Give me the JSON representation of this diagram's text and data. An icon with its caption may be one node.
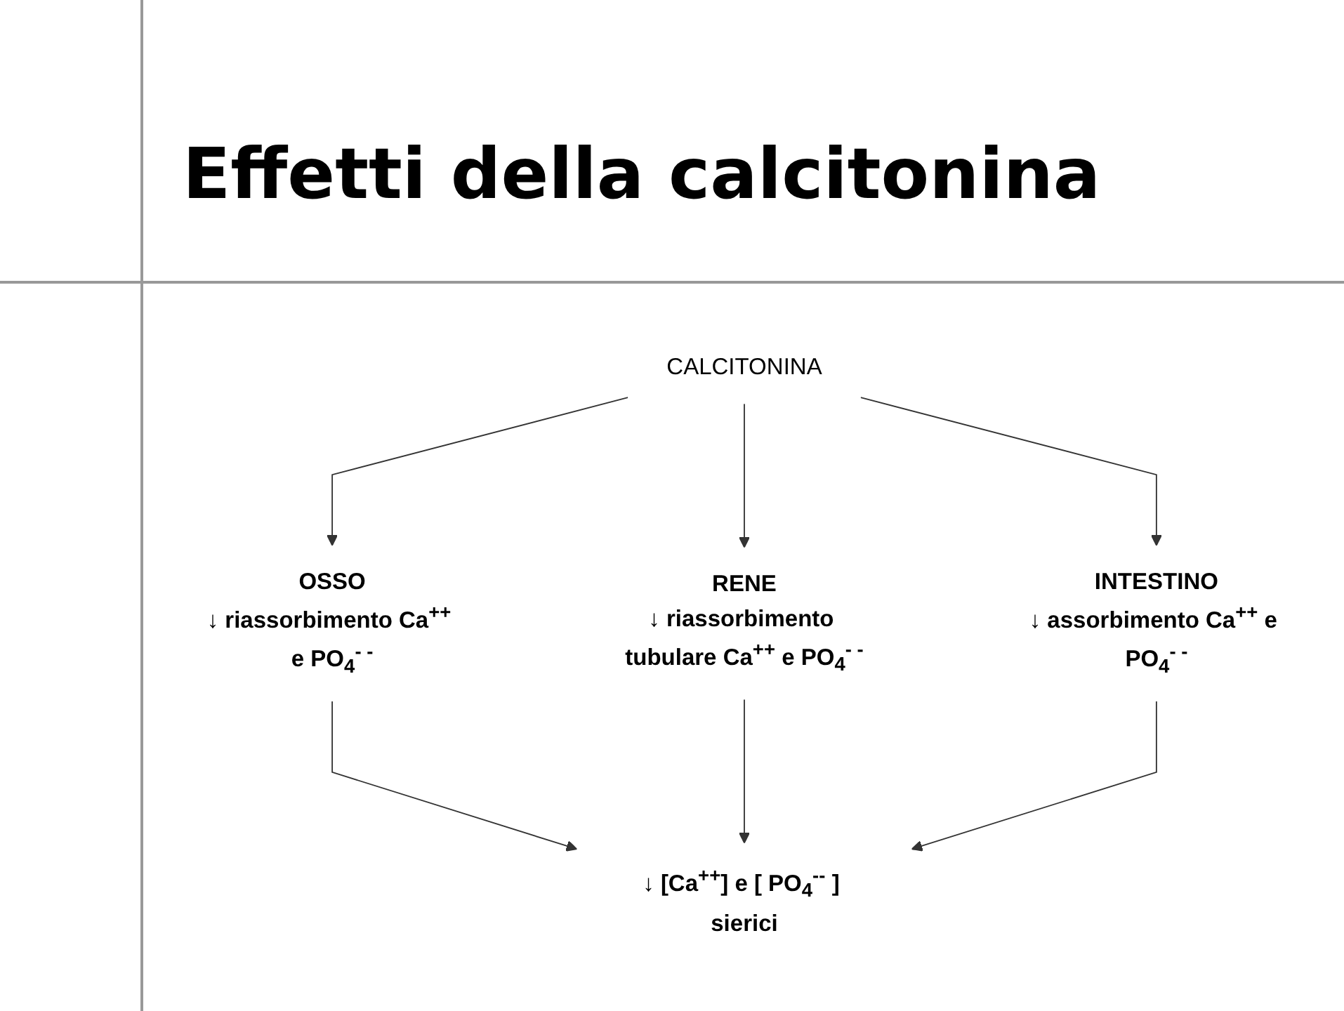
{
  "diagram": {
    "title": "Effetti della calcitonina",
    "nodes": [
      {
        "text": [
          "CALCITONINA"
        ]
      },
      {
        "text": [
          "OSSO",
          "↓ riassorbimento Ca$^{++}$ e PO$_{4}$$^{- -}$"
        ]
      },
      {
        "text": [
          "RENE",
          "↓ riassorbimento tubulare Ca$^{++}$ e PO$_{4}$$^{- -}$"
        ]
      },
      {
        "text": [
          "INTESTINO",
          "↓ assorbimento Ca$^{++}$ e PO$_{4}$$^{- -}$"
        ]
      },
      {
        "text": [
          "↓ [Ca$^{++}$] e [ PO$_{4}$$^{--}$ ] sierici"
        ]
      }
    ],
    "edges": [
      {
        "from": 0,
        "to": 1,
        "arrow": "to"
      },
      {
        "from": 0,
        "to": 2,
        "arrow": "to"
      },
      {
        "from": 0,
        "to": 3,
        "arrow": "to"
      },
      {
        "from": 1,
        "to": 4,
        "arrow": "to"
      },
      {
        "from": 2,
        "to": 4,
        "arrow": "to"
      },
      {
        "from": 3,
        "to": 4,
        "arrow": "to"
      }
    ]
  }
}
